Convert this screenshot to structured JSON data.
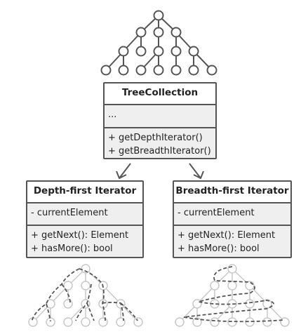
{
  "collection": {
    "title": "TreeCollection",
    "fields": [
      "..."
    ],
    "methods": [
      "+ getDepthIterator()",
      "+ getBreadthIterator()"
    ]
  },
  "depth_iterator": {
    "title": "Depth-first Iterator",
    "fields": [
      "- currentElement"
    ],
    "methods": [
      "+ getNext(): Element",
      "+ hasMore(): bool"
    ]
  },
  "breadth_iterator": {
    "title": "Breadth-first Iterator",
    "fields": [
      "- currentElement"
    ],
    "methods": [
      "+ getNext(): Element",
      "+ hasMore(): bool"
    ]
  },
  "colors": {
    "stroke": "#555555",
    "node_fill": "#ffffff",
    "section_fill": "#efefef",
    "faded": "#c8c8c8",
    "path": "#555555"
  }
}
